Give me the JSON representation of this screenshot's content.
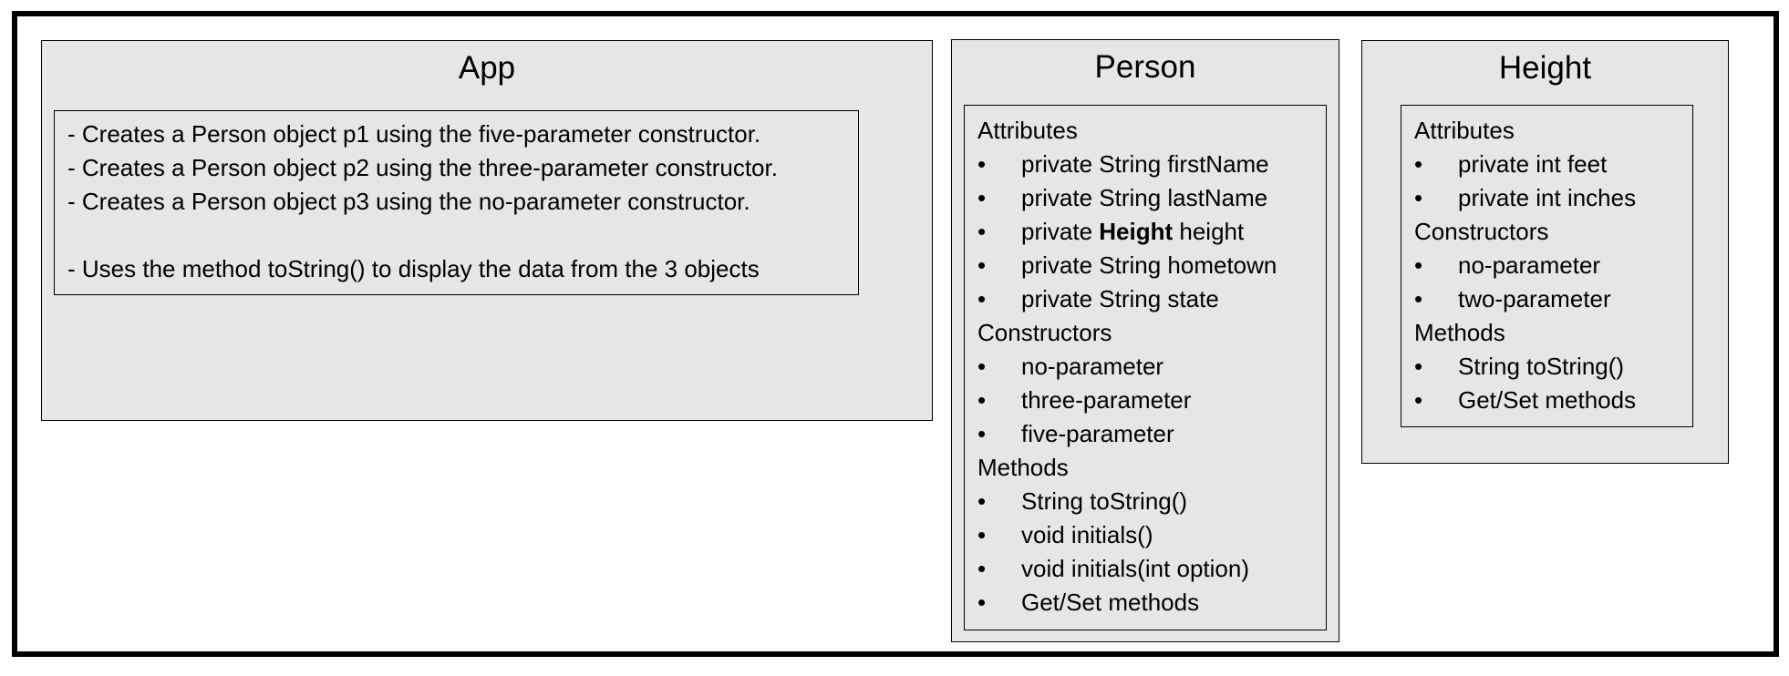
{
  "app": {
    "title": "App",
    "lines": [
      "- Creates a Person object p1 using the five-parameter constructor.",
      "- Creates a Person object p2 using the three-parameter constructor.",
      "- Creates a Person object p3 using the no-parameter constructor.",
      "",
      "- Uses the method toString() to display the data from the 3 objects"
    ]
  },
  "person": {
    "title": "Person",
    "attributes_label": "Attributes",
    "attributes": [
      "private String firstName",
      "private String lastName",
      "private Height height",
      "private String hometown",
      "private String state"
    ],
    "height_attr": {
      "prefix": "private ",
      "bold": "Height",
      "suffix": " height"
    },
    "constructors_label": "Constructors",
    "constructors": [
      "no-parameter",
      "three-parameter",
      "five-parameter"
    ],
    "methods_label": "Methods",
    "methods": [
      "String toString()",
      "void initials()",
      "void initials(int option)",
      "Get/Set methods"
    ]
  },
  "height": {
    "title": "Height",
    "attributes_label": "Attributes",
    "attributes": [
      "private int feet",
      "private int inches"
    ],
    "constructors_label": "Constructors",
    "constructors": [
      "no-parameter",
      "two-parameter"
    ],
    "methods_label": "Methods",
    "methods": [
      "String toString()",
      "Get/Set methods"
    ]
  },
  "bullet_char": "•"
}
